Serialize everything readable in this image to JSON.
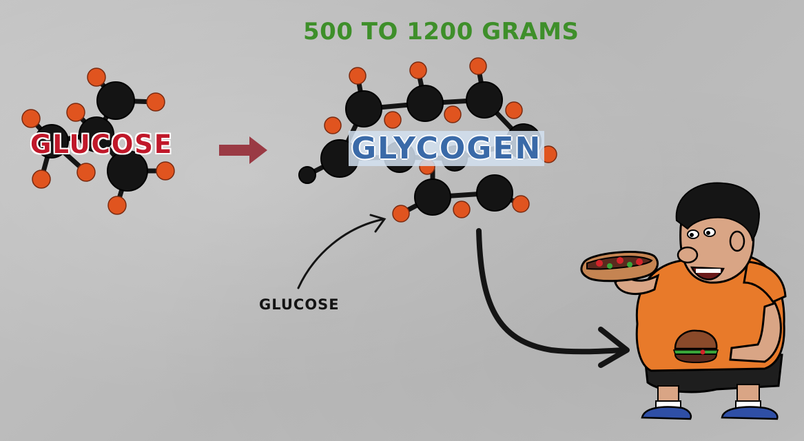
{
  "title": "500 TO 1200 GRAMS",
  "glucose_label": "GLUCOSE",
  "glycogen_label": "GLYCOGEN",
  "unit_label": "GLUCOSE",
  "colors": {
    "title": "#3e8f2a",
    "glucose_label": "#c0182a",
    "glycogen_label": "#3a6aa8",
    "arrow_red": "#9a3a44",
    "carbon_atom": "#141414",
    "hydrogen_atom": "#e0541f",
    "shirt": "#e87a2a",
    "skin": "#d9a585",
    "shorts": "#1e1e1e",
    "shoes": "#2f4fa6"
  },
  "icons": [
    "glucose-molecule-icon",
    "glycogen-molecule-icon",
    "arrow-right-icon",
    "curved-arrow-icon",
    "man-eating-burgers-icon",
    "hotdog-icon",
    "burger-icon"
  ]
}
